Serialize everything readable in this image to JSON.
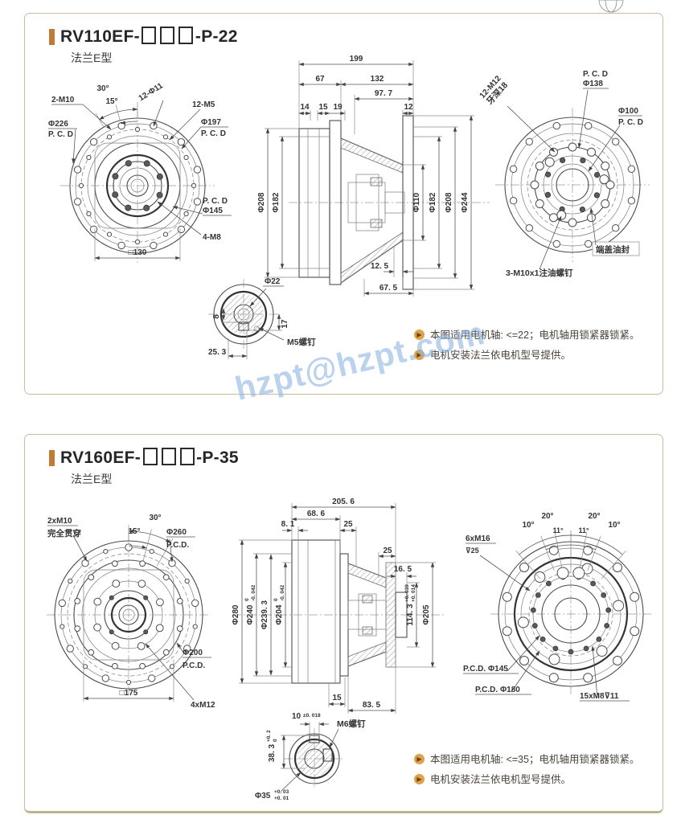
{
  "watermark": "hzpt@hzpt.com",
  "icons": {
    "bullet_glyph": "▶",
    "globe_icon": "globe"
  },
  "panels": [
    {
      "title_prefix": "RV110EF-",
      "title_suffix": "-P-22",
      "subtitle": "法兰E型",
      "front": {
        "angle30": "30°",
        "angle15": "15°",
        "bolts_2m10": "2-M10",
        "holes_12d11": "12-Φ11",
        "bolts_12m5": "12-M5",
        "pcd": "P. C. D",
        "d226": "Φ226",
        "d197": "Φ197",
        "d145": "Φ145",
        "bolts_4m8": "4-M8",
        "square": "□130"
      },
      "section": {
        "len_total": "199",
        "len_front": "67",
        "len_rear": "132",
        "len_977": "97. 7",
        "t14": "14",
        "t15": "15",
        "t19": "19",
        "t12": "12",
        "d208l": "Φ208",
        "d182l": "Φ182",
        "d110": "Φ110",
        "d182r": "Φ182",
        "d208r": "Φ208",
        "d244": "Φ244",
        "b125": "12. 5",
        "b675": "67. 5"
      },
      "rear": {
        "bolts_12m12": "12-M12",
        "depth18": "牙深18",
        "pcd": "P. C. D",
        "d138": "Φ138",
        "d100": "Φ100",
        "oil_seal": "端盖油封",
        "oil_screw": "3-M10x1注油螺钉"
      },
      "shaft": {
        "d22": "Φ22",
        "w8": "8",
        "h17": "17",
        "w253": "25. 3",
        "screw": "M5螺钉"
      },
      "notes": [
        "本图适用电机轴: <=22；电机轴用锁紧器锁紧。",
        "电机安装法兰依电机型号提供。"
      ]
    },
    {
      "title_prefix": "RV160EF-",
      "title_suffix": "-P-35",
      "subtitle": "法兰E型",
      "front": {
        "bolts_2m10": "2xM10",
        "through": "完全贯穿",
        "angle30": "30°",
        "angle15": "15°",
        "d260": "Φ260",
        "pcd": "P.C.D.",
        "d200": "Φ200",
        "square": "□175",
        "bolts_4m12": "4xM12"
      },
      "section": {
        "len_total": "205. 6",
        "len_686": "68. 6",
        "t81": "8. 1",
        "t25l": "25",
        "t25r": "25",
        "t165": "16. 5",
        "d280": "Φ280",
        "d240": "Φ240",
        "d240_tol_top": "0",
        "d240_tol_bot": "-0. 042",
        "d2393": "Φ239. 3",
        "d204": "Φ204",
        "d204_tol_top": "0",
        "d204_tol_bot": "-0. 042",
        "d1143": "114. 3",
        "d1143_tol_top": "+0. 039",
        "d1143_tol_bot": "+0. 014",
        "d205": "Φ205",
        "b15": "15",
        "b835": "83. 5"
      },
      "rear": {
        "a10l": "10°",
        "a20l": "20°",
        "a20r": "20°",
        "a10r": "10°",
        "a11l": "11°",
        "a11r": "11°",
        "bolts_6m16": "6xM16",
        "depth25": "⊽25",
        "pcd145": "P.C.D. Φ145",
        "pcd180": "P.C.D. Φ180",
        "bolts_15m8": "15xM8⊽11"
      },
      "shaft": {
        "w10": "10",
        "w10_tol": "±0. 018",
        "screw": "M6螺钉",
        "h383": "38. 3",
        "h383_tol_top": "+0. 2",
        "h383_tol_bot": "0",
        "d35": "Φ35",
        "d35_tol_top": "+0. 03",
        "d35_tol_bot": "+0. 01"
      },
      "notes": [
        "本图适用电机轴: <=35；电机轴用锁紧器锁紧。",
        "电机安装法兰依电机型号提供。"
      ]
    }
  ]
}
